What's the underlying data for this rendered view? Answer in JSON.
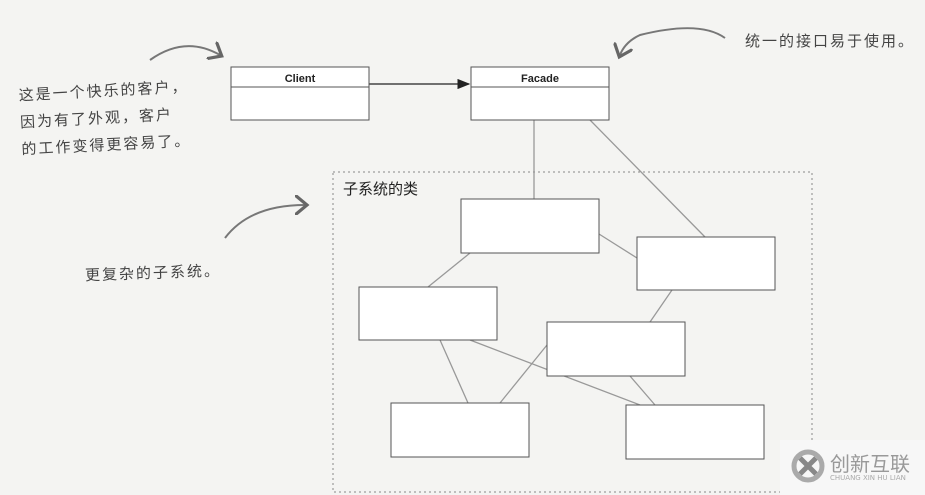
{
  "annotations": {
    "happy_client": [
      "这是一个快乐的客户，",
      "因为有了外观，客户",
      "的工作变得更容易了。"
    ],
    "unified_interface": "统一的接口易于使用。",
    "complex_subsystem": "更复杂的子系统。"
  },
  "classes": {
    "client": "Client",
    "facade": "Facade"
  },
  "subsystem_label": "子系统的类",
  "watermark": {
    "name": "创新互联",
    "pinyin": "CHUANG XIN HU LIAN"
  }
}
